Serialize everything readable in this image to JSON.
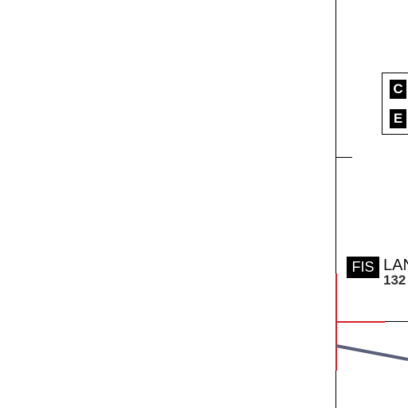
{
  "legend": {
    "items": [
      {
        "letter": "C"
      },
      {
        "letter": "E"
      }
    ]
  },
  "fis": {
    "badge": "FIS",
    "name": "LAN",
    "number": "132"
  },
  "colors": {
    "boundary_line": "#000000",
    "red_marker": "#d4202a",
    "route_line": "#5a6078",
    "badge_bg": "#000000",
    "badge_text": "#ffffff"
  }
}
